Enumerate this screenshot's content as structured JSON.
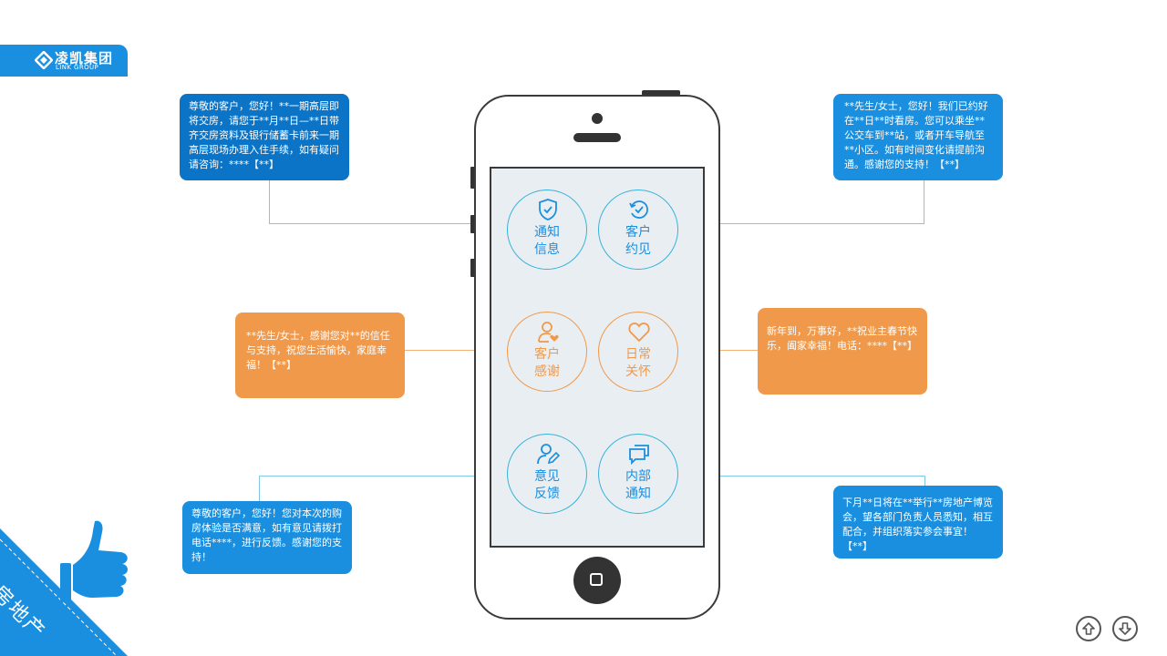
{
  "logo": {
    "name_cn": "凌凯集团",
    "name_en": "LINK GROUP"
  },
  "corner_label": "房地产",
  "colors": {
    "blue": "#1a8fe0",
    "dark_blue": "#0b74c7",
    "orange": "#f0994a",
    "teal": "#38b3d9"
  },
  "buttons": [
    {
      "icon": "shield-check-icon",
      "line1": "通知",
      "line2": "信息"
    },
    {
      "icon": "clock-check-icon",
      "line1": "客户",
      "line2": "约见"
    },
    {
      "icon": "user-heart-icon",
      "line1": "客户",
      "line2": "感谢"
    },
    {
      "icon": "heart-icon",
      "line1": "日常",
      "line2": "关怀"
    },
    {
      "icon": "user-edit-icon",
      "line1": "意见",
      "line2": "反馈"
    },
    {
      "icon": "chat-icon",
      "line1": "内部",
      "line2": "通知"
    }
  ],
  "messages": {
    "notice": "尊敬的客户，您好！**一期高层即将交房，请您于**月**日—**日带齐交房资料及银行储蓄卡前来一期高层现场办理入住手续，如有疑问请咨询：****【**】",
    "appointment": "**先生/女士，您好！我们已约好在**日**时看房。您可以乘坐**公交车到**站，或者开车导航至**小区。如有时间变化请提前沟通。感谢您的支持！【**】",
    "thanks": "**先生/女士，感谢您对**的信任与支持，祝您生活愉快，家庭幸福！【**】",
    "care": "新年到，万事好，**祝业主春节快乐，阖家幸福！电话：****【**】",
    "feedback": "尊敬的客户，您好！您对本次的购房体验是否满意，如有意见请拨打电话****，进行反馈。感谢您的支持！",
    "internal": "下月**日将在**举行**房地产博览会，望各部门负责人员悉知，相互配合，并组织落实参会事宜！【**】"
  },
  "nav": {
    "up": "arrow-up-icon",
    "down": "arrow-down-icon"
  }
}
